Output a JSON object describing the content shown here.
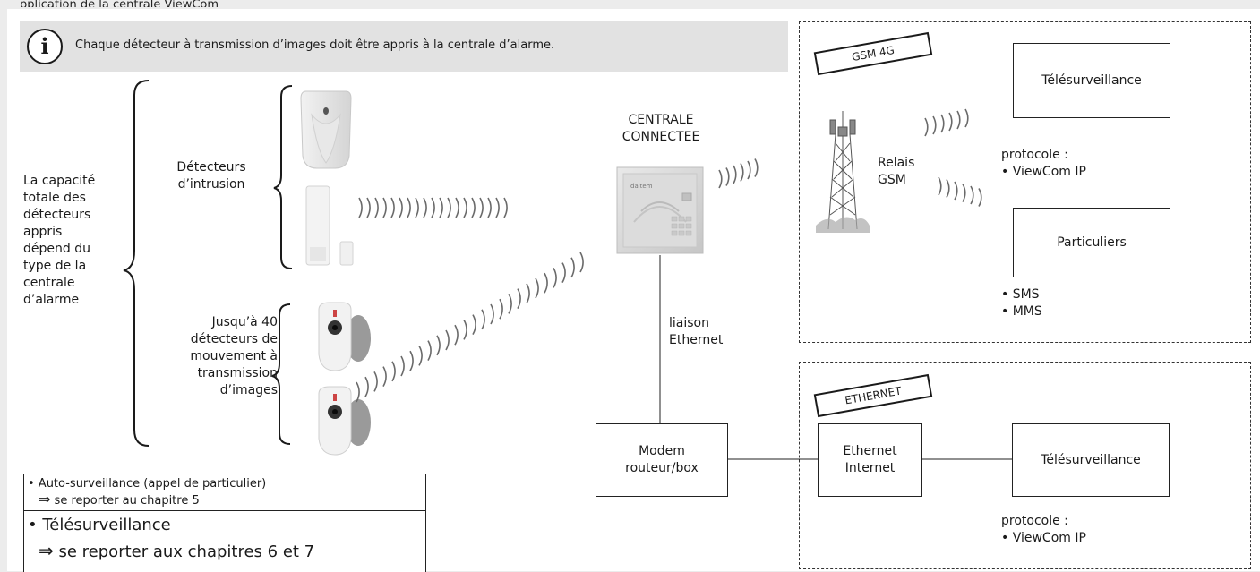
{
  "header_cut": "pplication de la centrale ViewCom",
  "info": {
    "icon": "i",
    "text": "Chaque détecteur à transmission d’images doit être appris à la centrale d’alarme."
  },
  "capacity_text": [
    "La capacité",
    "totale des",
    "détecteurs",
    "appris",
    "dépend du",
    "type de la",
    "centrale",
    "d’alarme"
  ],
  "intrusion_label": [
    "Détecteurs",
    "d’intrusion"
  ],
  "motion_label": [
    "Jusqu’à 40",
    "détecteurs de",
    "mouvement à",
    "transmission",
    "d’images"
  ],
  "central": {
    "title_line1": "CENTRALE",
    "title_line2": "CONNECTEE",
    "brand": "daitem"
  },
  "link_label": [
    "liaison",
    "Ethernet"
  ],
  "modem_label": [
    "Modem",
    "routeur/box"
  ],
  "gsm": {
    "tag": "GSM 4G",
    "relay_label": [
      "Relais",
      "GSM"
    ],
    "telesurveillance": "Télésurveillance",
    "protocol_title": "protocole :",
    "protocol_item": "• ViewCom IP",
    "particuliers": "Particuliers",
    "sms": "• SMS",
    "mms": "• MMS"
  },
  "ethernet": {
    "tag": "ETHERNET",
    "internet_label": [
      "Ethernet",
      "Internet"
    ],
    "telesurveillance": "Télésurveillance",
    "protocol_title": "protocole :",
    "protocol_item": "• ViewCom IP"
  },
  "notes": {
    "auto_title": "• Auto-surveillance (appel de particulier)",
    "auto_ref": "se reporter au chapitre 5",
    "tele_title": "• Télésurveillance",
    "tele_ref": "se reporter aux chapitres 6 et 7",
    "arrow": "⇒"
  }
}
